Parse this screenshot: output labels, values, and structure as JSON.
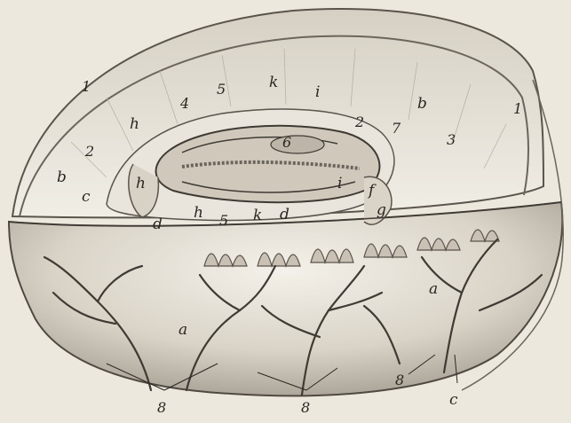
{
  "figure": {
    "labels": {
      "one_left": "1",
      "one_right": "1",
      "two_left": "2",
      "two_top": "2",
      "three": "3",
      "four": "4",
      "five_top": "5",
      "five_bottom": "5",
      "six": "6",
      "seven": "7",
      "eight_left": "8",
      "eight_center": "8",
      "eight_right": "8",
      "a_center": "a",
      "a_right": "a",
      "b_left": "b",
      "b_right": "b",
      "c_left": "c",
      "c_bottom": "c",
      "d_left": "d",
      "d_center": "d",
      "f": "f",
      "g": "g",
      "h_top": "h",
      "h_mid": "h",
      "h_bottom": "h",
      "i_top": "i",
      "i_mid": "i",
      "k_top": "k",
      "k_bottom": "k"
    },
    "colors": {
      "paper": "#ece8de",
      "ink": "#2a2622",
      "shade": "#a9a296",
      "light": "#f6f4ee"
    }
  }
}
